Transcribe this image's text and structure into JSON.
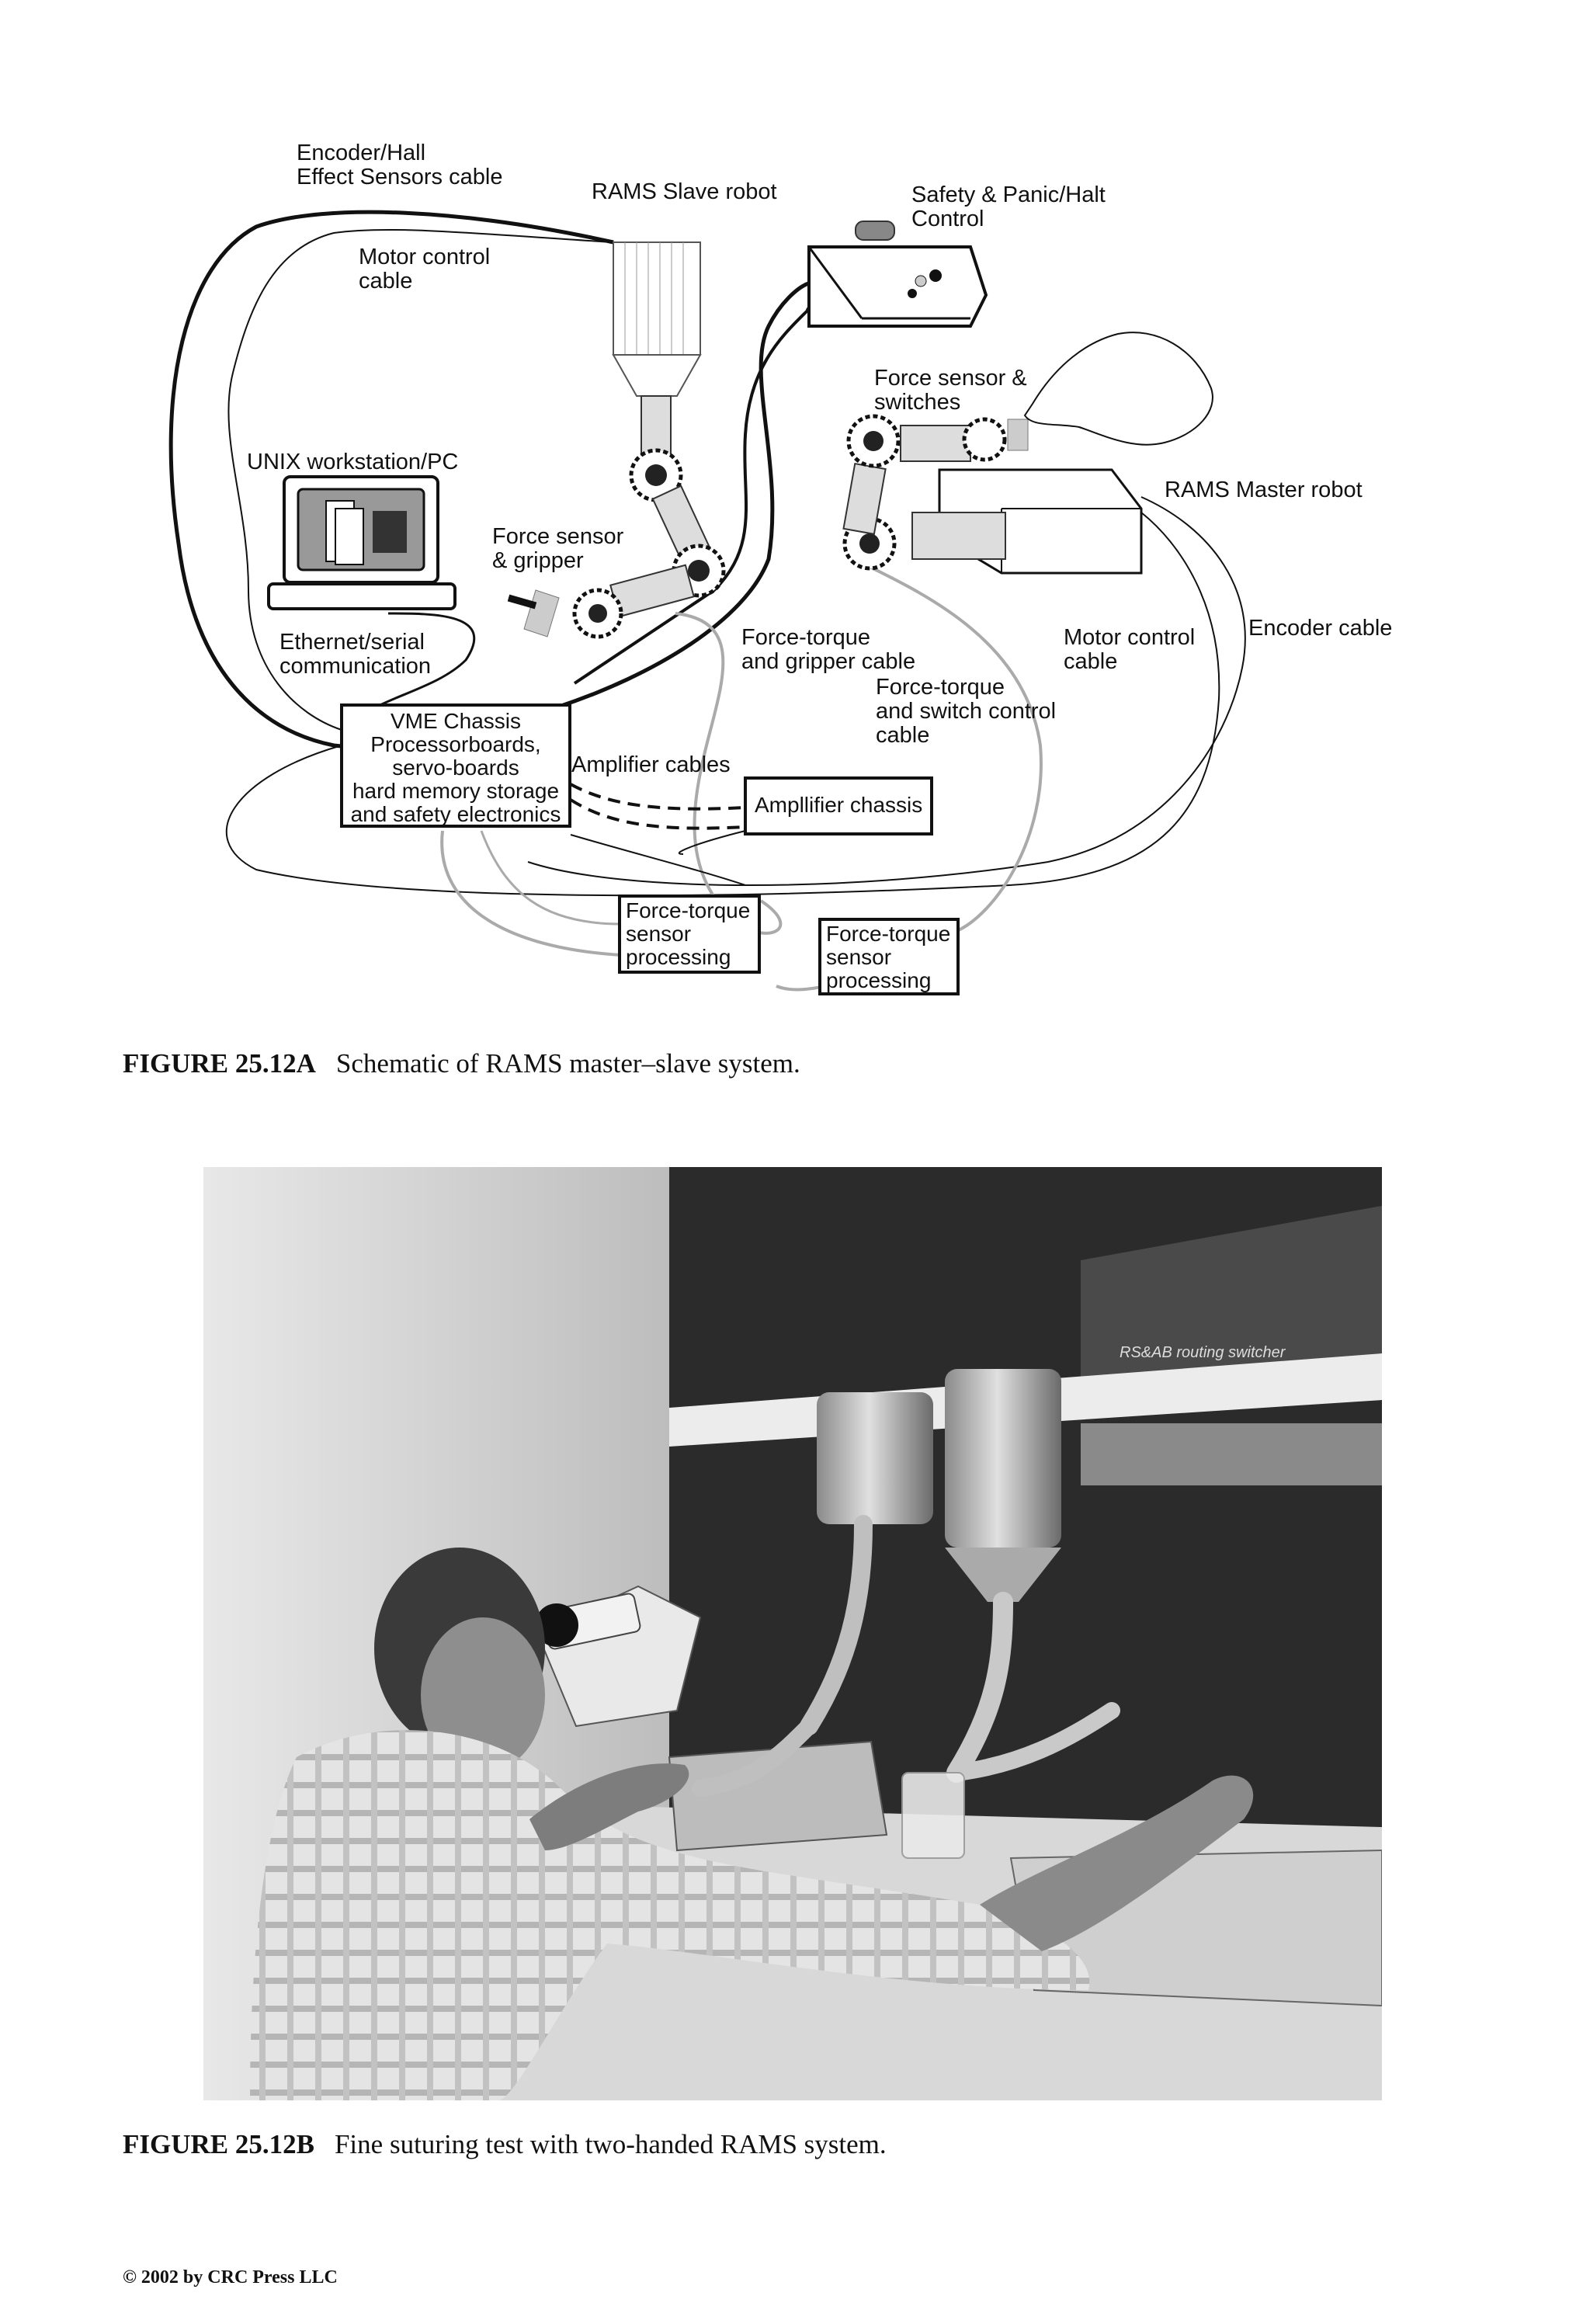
{
  "diagram": {
    "labels": {
      "encoder_hall": "Encoder/Hall\nEffect Sensors cable",
      "slave_robot": "RAMS Slave robot",
      "safety_control": "Safety & Panic/Halt\nControl",
      "motor_control_left": "Motor control\ncable",
      "force_sensor_switches": "Force sensor &\nswitches",
      "unix_workstation": "UNIX workstation/PC",
      "master_robot": "RAMS Master robot",
      "force_sensor_gripper": "Force sensor\n& gripper",
      "ethernet_serial": "Ethernet/serial\ncommunication",
      "force_torque_gripper": "Force-torque\nand gripper cable",
      "motor_control_right": "Motor control\ncable",
      "encoder_cable": "Encoder cable",
      "force_torque_switch": "Force-torque\nand switch control\ncable",
      "amplifier_cables": "Amplifier cables"
    },
    "boxes": {
      "vme_chassis": "VME Chassis\nProcessorboards,\nservo-boards\nhard memory storage\nand safety electronics",
      "amplifier_chassis": "Ampllifier chassis",
      "ft_processing_1": "Force-torque\nsensor\nprocessing",
      "ft_processing_2": "Force-torque\nsensor\nprocessing"
    }
  },
  "figure_a": {
    "number": "FIGURE 25.12A",
    "text": "Schematic of RAMS master–slave system."
  },
  "figure_b": {
    "number": "FIGURE 25.12B",
    "text": "Fine suturing test with two-handed RAMS system."
  },
  "photo": {
    "panel_text": "RS&AB routing switcher"
  },
  "footer": "© 2002 by CRC Press LLC"
}
